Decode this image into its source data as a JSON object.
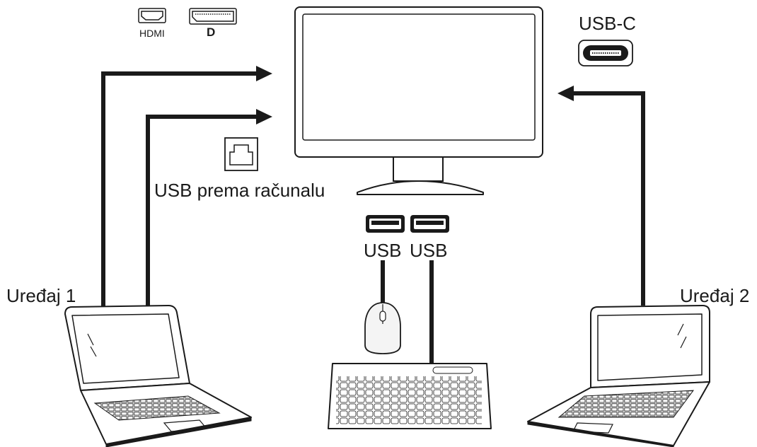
{
  "ports": {
    "hdmi_label": "HDMI",
    "displayport_label": "D",
    "usbc_label": "USB-C",
    "usb_upstream_label": "USB prema računalu",
    "usb_a_left_label": "USB",
    "usb_a_right_label": "USB"
  },
  "devices": {
    "device1_label": "Uređaj 1",
    "device2_label": "Uređaj 2"
  },
  "colors": {
    "line": "#1a1a1a",
    "mouse_fill": "#f4f4f4",
    "background": "#ffffff"
  }
}
